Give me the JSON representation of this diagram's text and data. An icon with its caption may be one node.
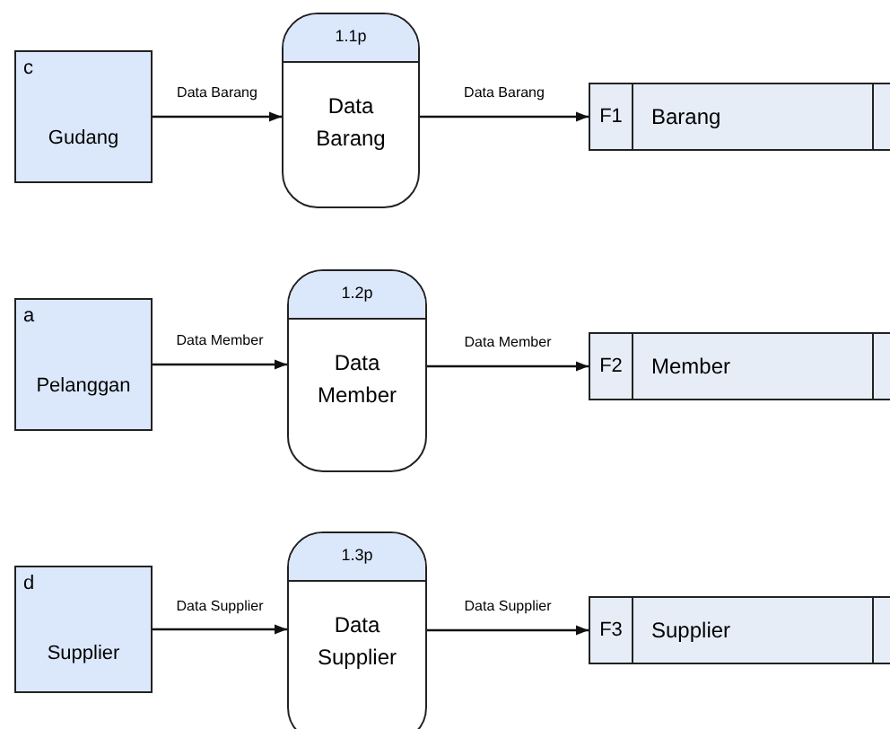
{
  "diagram": {
    "nodes": [
      {
        "text": [
          "c",
          "Gudang"
        ]
      },
      {
        "text": [
          "1.1p",
          "Data Barang"
        ]
      },
      {
        "text": [
          "F1",
          "Barang"
        ]
      },
      {
        "text": [
          "a",
          "Pelanggan"
        ]
      },
      {
        "text": [
          "1.2p",
          "Data Member"
        ]
      },
      {
        "text": [
          "F2",
          "Member"
        ]
      },
      {
        "text": [
          "d",
          "Supplier"
        ]
      },
      {
        "text": [
          "1.3p",
          "Data Supplier"
        ]
      },
      {
        "text": [
          "F3",
          "Supplier"
        ]
      }
    ],
    "edges": [
      {
        "from": 0,
        "to": 1,
        "arrow": "to",
        "label": "Data Barang"
      },
      {
        "from": 1,
        "to": 2,
        "arrow": "to",
        "label": "Data Barang"
      },
      {
        "from": 3,
        "to": 4,
        "arrow": "to",
        "label": "Data Member"
      },
      {
        "from": 4,
        "to": 5,
        "arrow": "to",
        "label": "Data Member"
      },
      {
        "from": 6,
        "to": 7,
        "arrow": "to",
        "label": "Data Supplier"
      },
      {
        "from": 7,
        "to": 8,
        "arrow": "to",
        "label": "Data Supplier"
      }
    ]
  }
}
